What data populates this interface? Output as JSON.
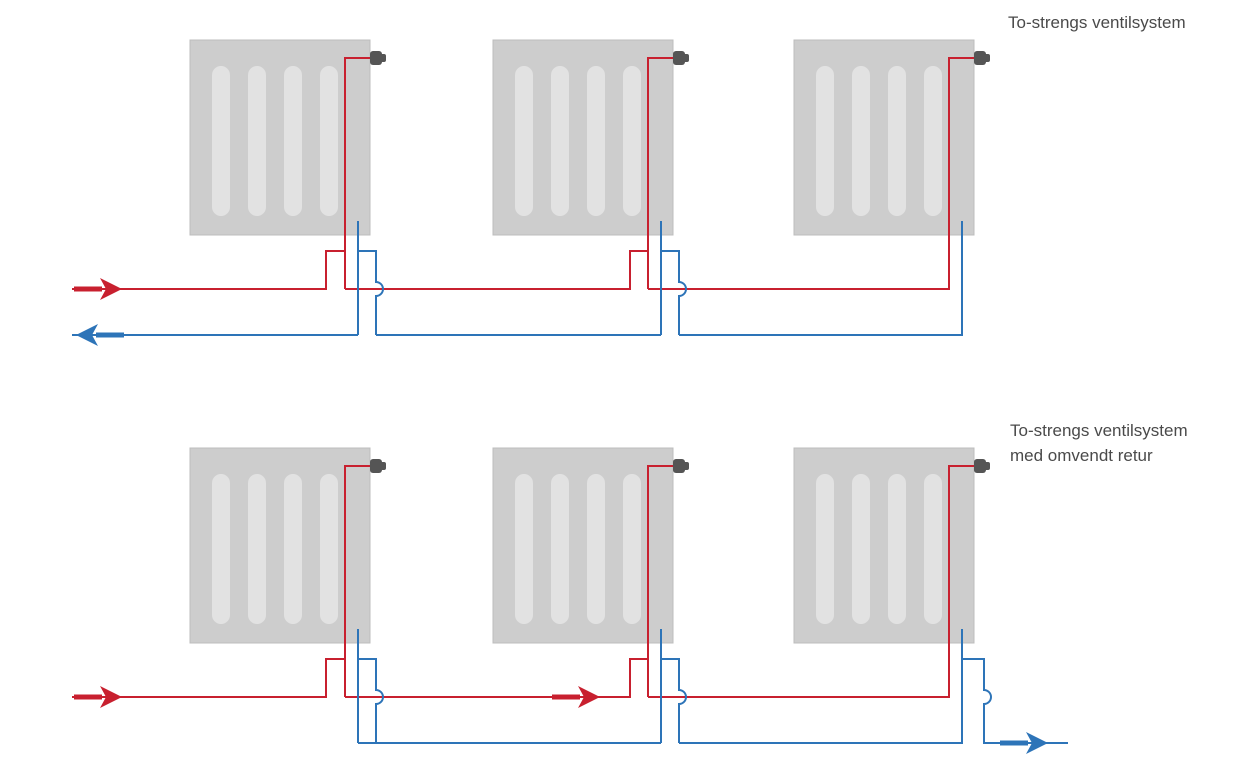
{
  "colors": {
    "supply": "#c8202f",
    "return": "#2d74b8",
    "radiator_body": "#cdcdcd",
    "radiator_border": "#bdbdbd",
    "radiator_column": "#e2e2e2",
    "valve": "#555555",
    "text": "#4a4a4a"
  },
  "diagrams": [
    {
      "id": "two-pipe",
      "title_lines": [
        "To-strengs ventilsystem"
      ],
      "radiator_count": 3,
      "supply_direction": "in-from-left",
      "return_direction": "out-to-left"
    },
    {
      "id": "two-pipe-reverse-return",
      "title_lines": [
        "To-strengs ventilsystem",
        "med omvendt retur"
      ],
      "radiator_count": 3,
      "supply_direction": "in-from-left",
      "return_direction": "out-to-right"
    }
  ],
  "icons": {
    "radiator": "radiator-icon",
    "valve": "thermostat-valve-icon",
    "arrow": "flow-arrow-icon"
  }
}
